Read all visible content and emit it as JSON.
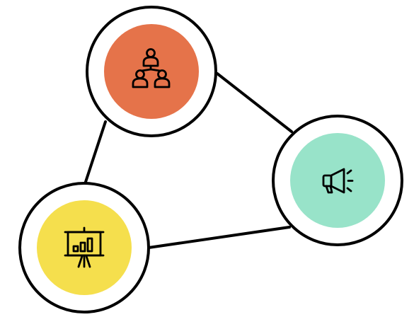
{
  "diagram": {
    "type": "network",
    "nodes": [
      {
        "id": "team",
        "icon": "team-hierarchy-icon",
        "fill": "#E5734A"
      },
      {
        "id": "marketing",
        "icon": "megaphone-icon",
        "fill": "#98E3C9"
      },
      {
        "id": "presentation",
        "icon": "presentation-board-icon",
        "fill": "#F5DF4D"
      }
    ],
    "edges": [
      {
        "from": "team",
        "to": "marketing"
      },
      {
        "from": "team",
        "to": "presentation"
      },
      {
        "from": "presentation",
        "to": "marketing"
      }
    ]
  },
  "colors": {
    "stroke": "#000000",
    "ring_fill": "#FFFFFF",
    "background": "#FFFFFF"
  }
}
